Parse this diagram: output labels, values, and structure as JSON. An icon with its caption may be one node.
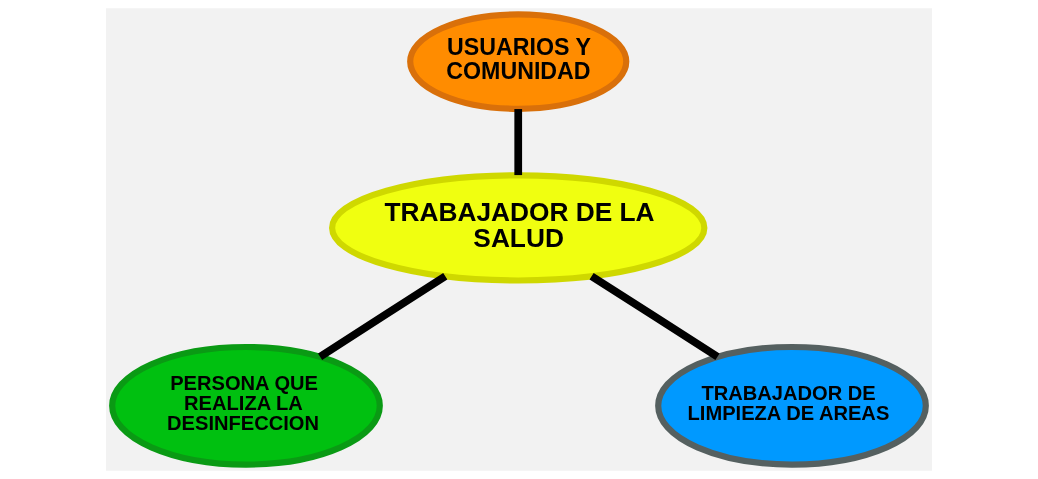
{
  "diagram": {
    "nodes": [
      {
        "text": [
          "USUARIOS Y COMUNIDAD"
        ]
      },
      {
        "text": [
          "TRABAJADOR DE LA SALUD"
        ]
      },
      {
        "text": [
          "PERSONA QUE REALIZA LA DESINFECCION"
        ]
      },
      {
        "text": [
          "TRABAJADOR DE LIMPIEZA DE AREAS"
        ]
      }
    ],
    "edges": [
      {
        "from": 0,
        "to": 1,
        "arrow": "none"
      },
      {
        "from": 1,
        "to": 2,
        "arrow": "none"
      },
      {
        "from": 1,
        "to": 3,
        "arrow": "none"
      }
    ]
  }
}
